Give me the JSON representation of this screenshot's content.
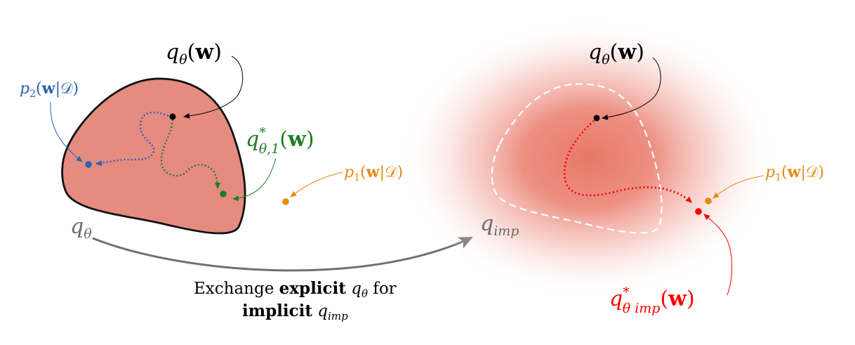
{
  "colors": {
    "region_fill": "#e58b80",
    "region_stroke": "#111111",
    "blue": "#2b62b3",
    "green": "#1e7d22",
    "orange": "#e58a12",
    "red": "#ff0000",
    "gray_arrow": "#707070",
    "dashed": "#ffffff",
    "black": "#000000"
  },
  "labels": {
    "q_theta_w_left": {
      "q": "q",
      "sub": "θ",
      "open": "(",
      "w": "w",
      "close": ")"
    },
    "p2": {
      "p": "p",
      "sub": "2",
      "open": "(",
      "w": "w",
      "bar": "|",
      "D": "𝒟",
      "close": ")"
    },
    "q_star_1": {
      "q": "q",
      "sup": "*",
      "sub": "θ,1",
      "open": "(",
      "w": "w",
      "close": ")"
    },
    "p1_left": {
      "p": "p",
      "sub": "1",
      "open": "(",
      "w": "w",
      "bar": "|",
      "D": "𝒟",
      "close": ")"
    },
    "q_theta_corner": {
      "q": "q",
      "sub": "θ"
    },
    "q_theta_w_right": {
      "q": "q",
      "sub": "θ",
      "open": "(",
      "w": "w",
      "close": ")"
    },
    "p1_right": {
      "p": "p",
      "sub": "1",
      "open": "(",
      "w": "w",
      "bar": "|",
      "D": "𝒟",
      "close": ")"
    },
    "q_imp_corner": {
      "q": "q",
      "sub": "imp"
    },
    "q_star_imp": {
      "q": "q",
      "sup": "*",
      "sub": "θ imp",
      "open": "(",
      "w": "w",
      "close": ")"
    },
    "caption_line1": {
      "a": "Exchange ",
      "b": "explicit",
      "q": " q",
      "sub": "θ",
      "c": " for"
    },
    "caption_line2": {
      "b": "implicit",
      "q": " q",
      "sub": "imp"
    }
  }
}
